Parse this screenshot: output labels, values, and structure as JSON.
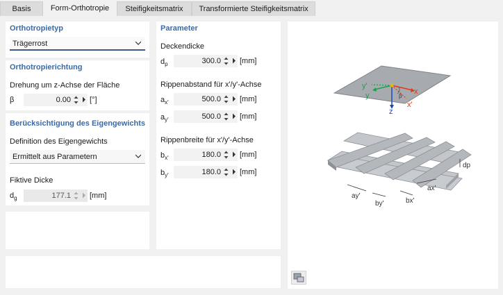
{
  "tabs": [
    {
      "label": "Basis",
      "active": false
    },
    {
      "label": "Form-Orthotropie",
      "active": true
    },
    {
      "label": "Steifigkeitsmatrix",
      "active": false
    },
    {
      "label": "Transformierte Steifigkeitsmatrix",
      "active": false
    }
  ],
  "orthotropietyp": {
    "title": "Orthotropietyp",
    "selected": "Trägerrost"
  },
  "richtung": {
    "title": "Orthotropierichtung",
    "label": "Drehung um z-Achse der Fläche",
    "symbol": "β",
    "value": "0.00",
    "unit": "[°]"
  },
  "eigengewicht": {
    "title": "Berücksichtigung des Eigengewichts",
    "definition_label": "Definition des Eigengewichts",
    "definition_selected": "Ermittelt aus Parametern",
    "fiktive_label": "Fiktive Dicke",
    "fiktive_symbol": "d",
    "fiktive_sub": "g",
    "fiktive_value": "177.1",
    "fiktive_unit": "[mm]"
  },
  "parameter": {
    "title": "Parameter",
    "deckendicke_label": "Deckendicke",
    "dp": {
      "symbol": "d",
      "sub": "p",
      "value": "300.0",
      "unit": "[mm]"
    },
    "rippenabstand_label": "Rippenabstand für x'/y'-Achse",
    "ax": {
      "symbol": "a",
      "sub": "x'",
      "value": "500.0",
      "unit": "[mm]"
    },
    "ay": {
      "symbol": "a",
      "sub": "y'",
      "value": "500.0",
      "unit": "[mm]"
    },
    "rippenbreite_label": "Rippenbreite für x'/y'-Achse",
    "bx": {
      "symbol": "b",
      "sub": "x'",
      "value": "180.0",
      "unit": "[mm]"
    },
    "by": {
      "symbol": "b",
      "sub": "y'",
      "value": "180.0",
      "unit": "[mm]"
    }
  },
  "diagram": {
    "axis_labels": {
      "y_prime": "y'",
      "y": "y",
      "x": "x",
      "x_prime": "x'",
      "z": "z",
      "beta": "β"
    },
    "dim_labels": {
      "dp": "dp",
      "ax": "ax'",
      "ay": "ay'",
      "by": "by'",
      "bx": "bx'"
    },
    "colors": {
      "x_axis": "#e03a10",
      "y_axis": "#1aa04a",
      "z_axis": "#1a4ab0",
      "slab": "#9ea3a8",
      "grid": "#b9bdc2"
    }
  },
  "icons": {
    "export": "export-image-icon"
  }
}
